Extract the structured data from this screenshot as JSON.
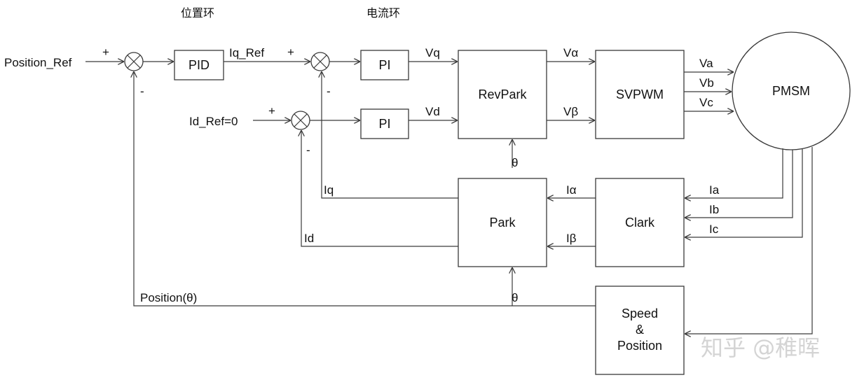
{
  "headers": {
    "position_loop": "位置环",
    "current_loop": "电流环"
  },
  "inputs": {
    "position_ref": "Position_Ref",
    "id_ref": "Id_Ref=0",
    "iq_ref": "Iq_Ref"
  },
  "blocks": {
    "pid": "PID",
    "pi_q": "PI",
    "pi_d": "PI",
    "revpark": "RevPark",
    "svpwm": "SVPWM",
    "pmsm": "PMSM",
    "park": "Park",
    "clark": "Clark",
    "speed_line1": "Speed",
    "speed_line2": "&",
    "speed_line3": "Position"
  },
  "signals": {
    "vq": "Vq",
    "vd": "Vd",
    "valpha": "Vα",
    "vbeta": "Vβ",
    "va": "Va",
    "vb": "Vb",
    "vc": "Vc",
    "ia": "Ia",
    "ib": "Ib",
    "ic": "Ic",
    "ialpha": "Iα",
    "ibeta": "Iβ",
    "iq": "Iq",
    "id": "Id",
    "theta_revpark": "θ",
    "theta_park": "θ",
    "position_theta": "Position(θ)"
  },
  "signs": {
    "plus": "+",
    "minus": "-"
  },
  "watermark": "知乎 @稚晖"
}
